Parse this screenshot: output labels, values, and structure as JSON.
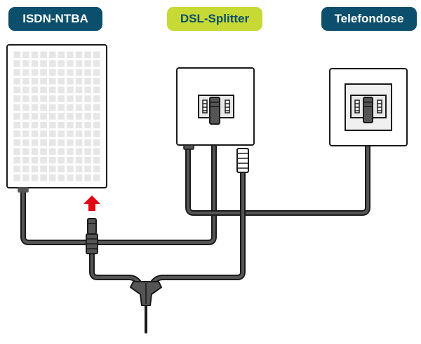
{
  "labels": {
    "ntba": "ISDN-NTBA",
    "splitter": "DSL-Splitter",
    "dose": "Telefondose"
  },
  "colors": {
    "label_dark_bg": "#0b4f6c",
    "label_green_bg": "#c6d935",
    "label_dark_text": "#ffffff",
    "label_green_text": "#0b4f6c",
    "outline": "#1a1a1a",
    "cable_fill": "#555555",
    "device_fill": "#ffffff",
    "grid_cell": "#e6e6e6",
    "arrow": "#e30613"
  },
  "icons": {
    "arrow": "arrow-up-icon"
  }
}
